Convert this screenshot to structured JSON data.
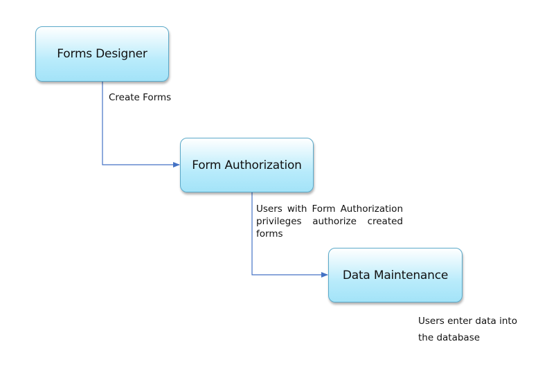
{
  "nodes": [
    {
      "id": "forms-designer",
      "label": "Forms Designer"
    },
    {
      "id": "form-authorization",
      "label": "Form Authorization"
    },
    {
      "id": "data-maintenance",
      "label": "Data Maintenance"
    }
  ],
  "edges": [
    {
      "from": "forms-designer",
      "to": "form-authorization",
      "label": "Create Forms"
    },
    {
      "from": "form-authorization",
      "to": "data-maintenance",
      "label": "Users with Form Authorization privileges authorize created forms"
    }
  ],
  "notes": {
    "data_maintenance": "Users enter data into the database"
  },
  "colors": {
    "node_fill": "#b8ebfb",
    "node_border": "#5aa9c9",
    "connector": "#4472c4"
  }
}
